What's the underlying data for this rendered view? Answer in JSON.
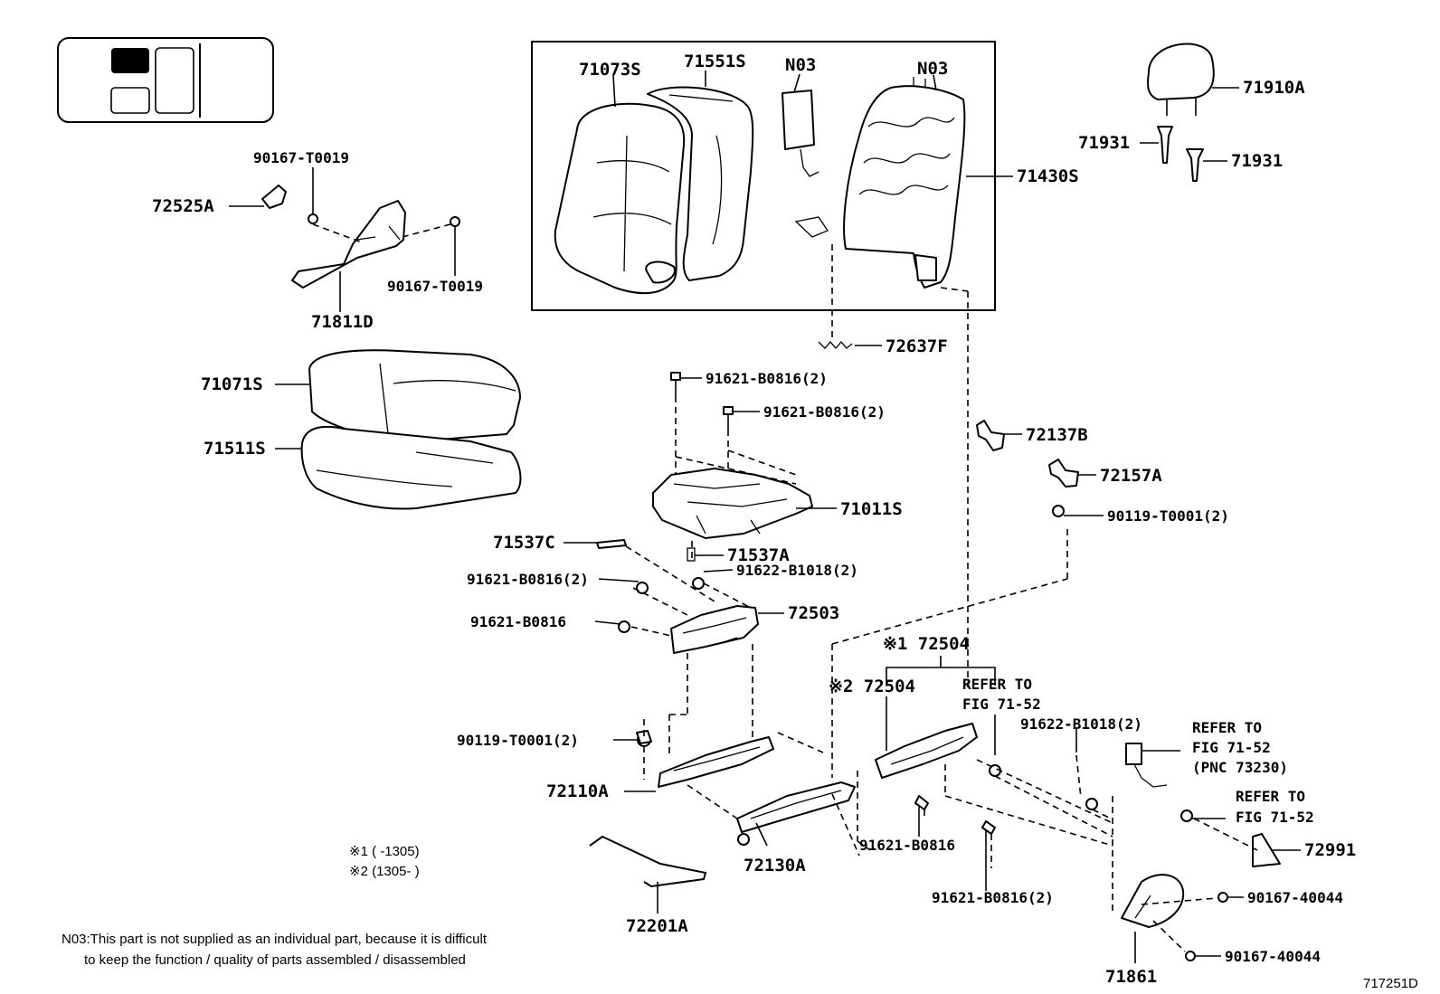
{
  "labels": {
    "p71073S": "71073S",
    "p71551S": "71551S",
    "pN03a": "N03",
    "pN03b": "N03",
    "p71430S": "71430S",
    "p71910A": "71910A",
    "p71931a": "71931",
    "p71931b": "71931",
    "p90167T0019a": "90167-T0019",
    "p72525A": "72525A",
    "p90167T0019b": "90167-T0019",
    "p71811D": "71811D",
    "p72637F": "72637F",
    "p91621B0816_2a": "91621-B0816(2)",
    "p91621B0816_2b": "91621-B0816(2)",
    "p71071S": "71071S",
    "p71511S": "71511S",
    "p72137B": "72137B",
    "p72157A": "72157A",
    "p90119T0001_2a": "90119-T0001(2)",
    "p71011S": "71011S",
    "p71537C": "71537C",
    "p71537A": "71537A",
    "p91621B0816_2c": "91621-B0816(2)",
    "p91622B1018_2a": "91622-B1018(2)",
    "p91621B0816a": "91621-B0816",
    "p72503": "72503",
    "p72504_1": "※1 72504",
    "p72504_2": "※2 72504",
    "refer1a": "REFER TO",
    "refer1b": "FIG 71-52",
    "p91622B1018_2b": "91622-B1018(2)",
    "refer2a": "REFER TO",
    "refer2b": "FIG 71-52",
    "refer2c": "(PNC 73230)",
    "refer3a": "REFER TO",
    "refer3b": "FIG 71-52",
    "p72991": "72991",
    "p90119T0001_2b": "90119-T0001(2)",
    "p72110A": "72110A",
    "p72130A": "72130A",
    "p91621B0816b": "91621-B0816",
    "p91621B0816_2d": "91621-B0816(2)",
    "p90167_40044a": "90167-40044",
    "p90167_40044b": "90167-40044",
    "p72201A": "72201A",
    "p71861": "71861"
  },
  "notes": {
    "range1": "※1 (      -1305)",
    "range2": "※2 (1305-      )",
    "n03_line1": "N03:This part is not supplied as an individual part, because it is difficult",
    "n03_line2": "to keep the function / quality of parts assembled / disassembled"
  },
  "figure_id": "717251D"
}
